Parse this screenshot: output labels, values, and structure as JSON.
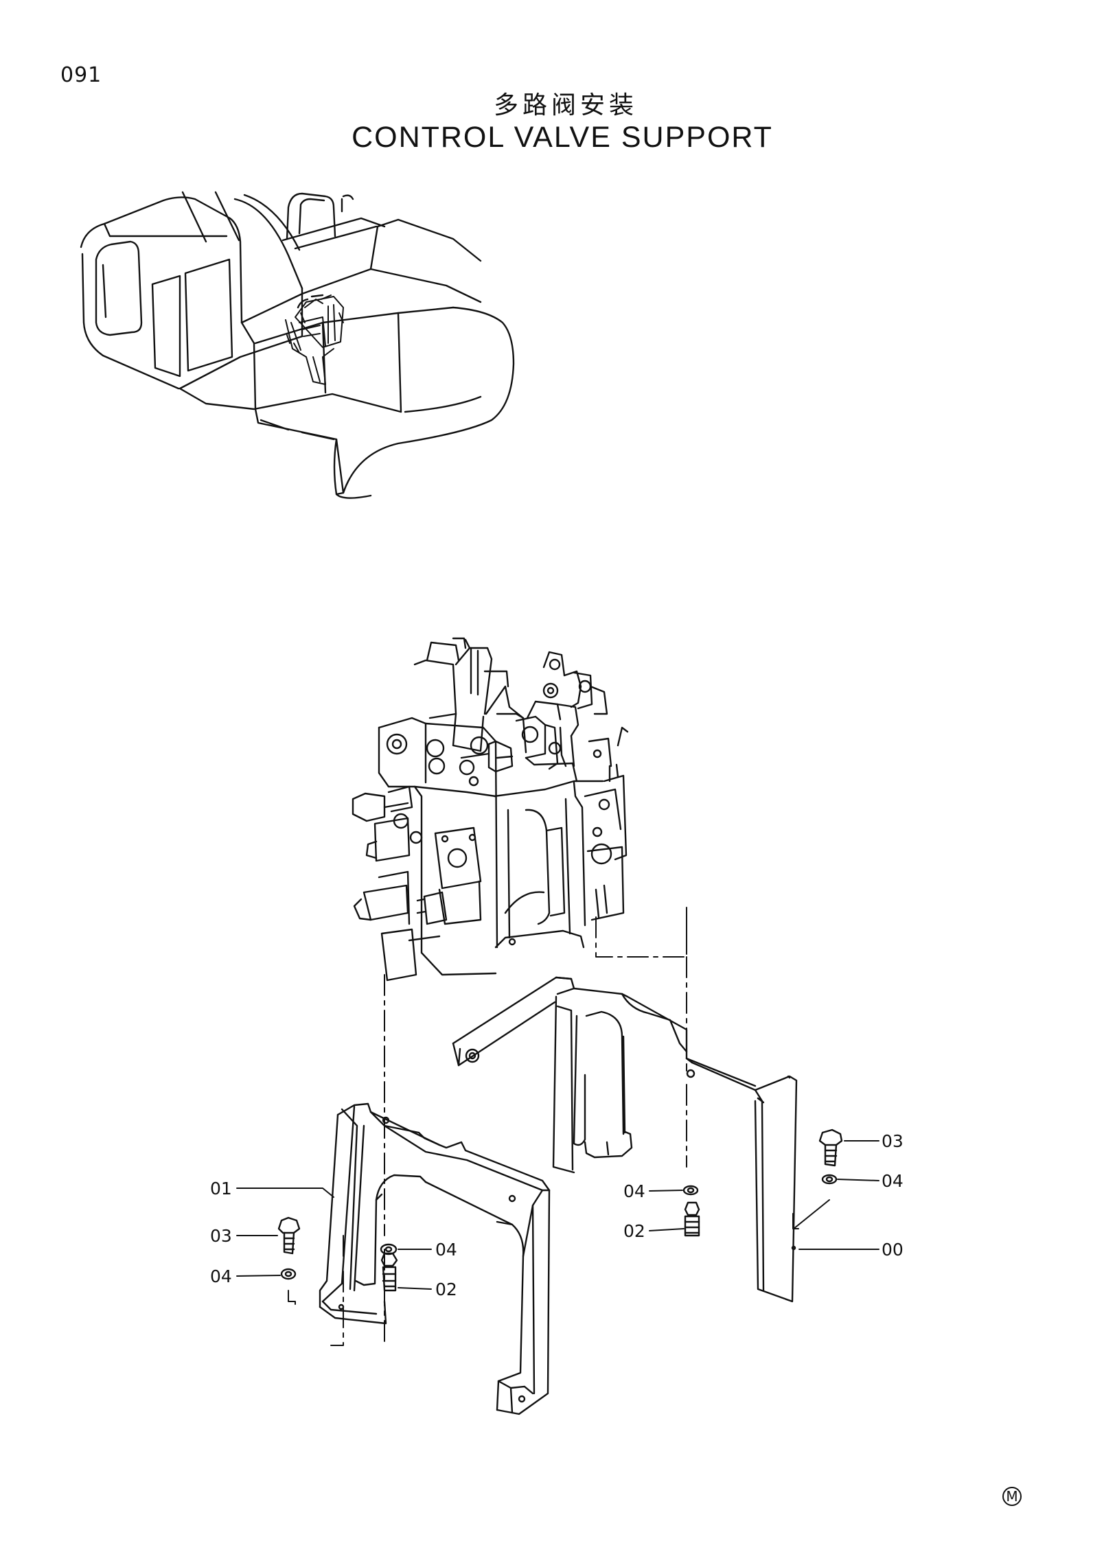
{
  "page_number": "091",
  "title_cn": "多路阀安装",
  "title_en": "CONTROL VALVE SUPPORT",
  "callouts": {
    "p00": "00",
    "p01": "01",
    "p02_left": "02",
    "p02_right": "02",
    "p03_left": "03",
    "p03_right": "03",
    "p04_left_a": "04",
    "p04_left_b": "04",
    "p04_mid": "04",
    "p04_right": "04"
  },
  "corner_mark": "M"
}
